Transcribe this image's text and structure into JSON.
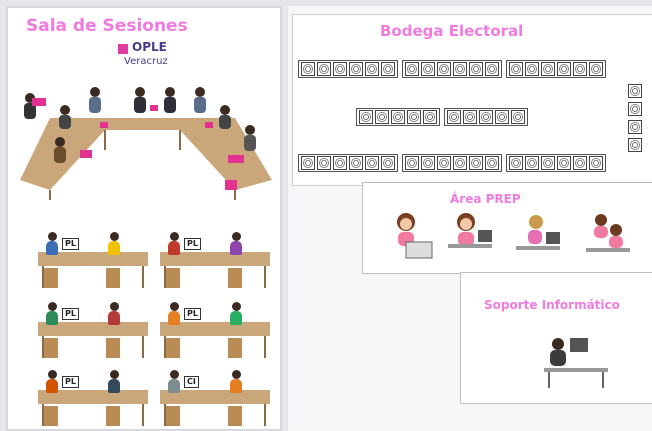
{
  "sala": {
    "title": "Sala de Sesiones",
    "logo_line1": "OPLE",
    "logo_line2": "Veracruz"
  },
  "bodega": {
    "title": "Bodega Electoral"
  },
  "prep": {
    "title": "Área PREP"
  },
  "soporte": {
    "title": "Soporte Informático"
  },
  "table_signs": [
    "PL",
    "PL",
    "PL",
    "PL",
    "PL",
    "CI"
  ],
  "colors": {
    "accent": "#f07be0",
    "sign_pink": "#e3318f",
    "desk": "#caa77a"
  }
}
